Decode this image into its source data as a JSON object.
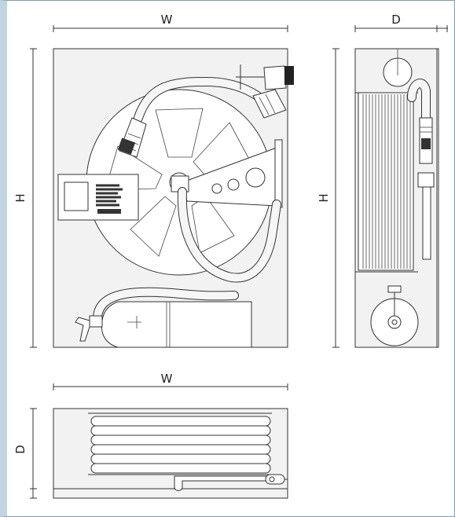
{
  "dimensions": {
    "front_width": "W",
    "front_height": "H",
    "side_depth": "D",
    "side_height": "H",
    "top_width": "W",
    "top_depth": "D"
  },
  "colors": {
    "frame_border": "#7f9db0",
    "frame_left_band": "#c2d4e2",
    "panel_fill": "#f2f2f2",
    "line": "#333333"
  }
}
